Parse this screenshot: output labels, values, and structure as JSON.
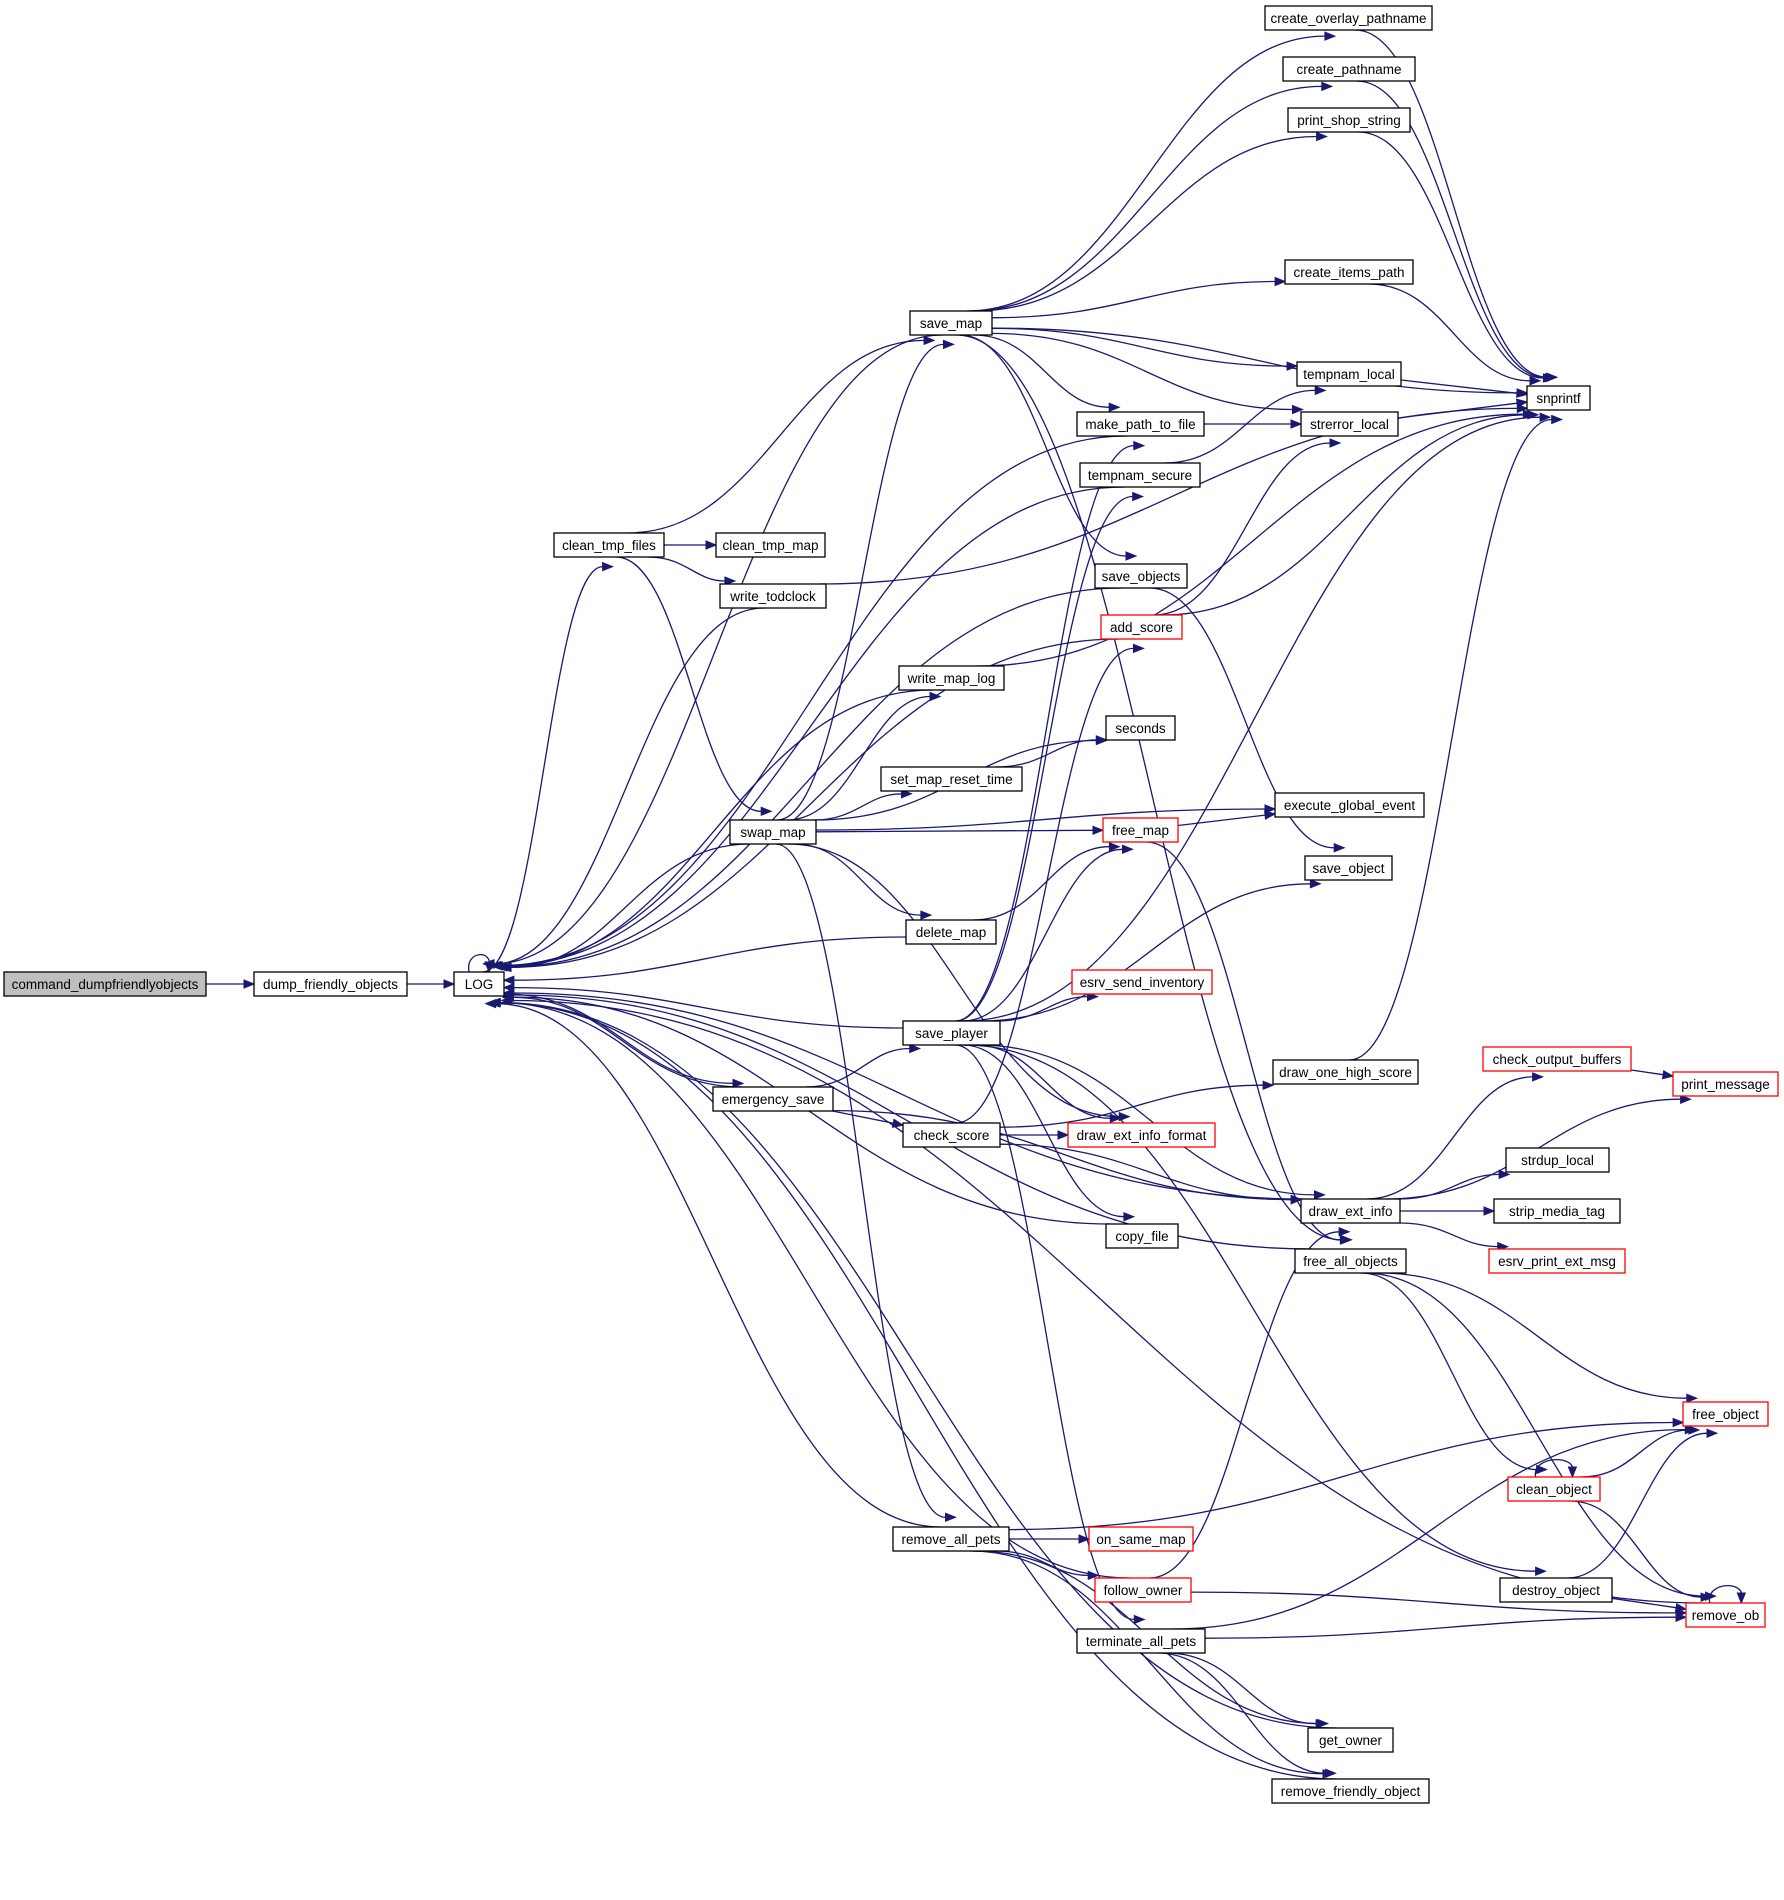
{
  "diagram": {
    "colors": {
      "edge": "#191970",
      "node_border": "#000000",
      "node_border_truncated": "#ff0000",
      "root_fill": "#bfbfbf",
      "background": "#ffffff"
    },
    "nodes": [
      {
        "id": "command_dumpfriendlyobjects",
        "label": "command_dumpfriendlyobjects",
        "style": "root"
      },
      {
        "id": "dump_friendly_objects",
        "label": "dump_friendly_objects",
        "style": "normal"
      },
      {
        "id": "LOG",
        "label": "LOG",
        "style": "normal"
      },
      {
        "id": "save_map",
        "label": "save_map",
        "style": "normal"
      },
      {
        "id": "clean_tmp_files",
        "label": "clean_tmp_files",
        "style": "normal"
      },
      {
        "id": "clean_tmp_map",
        "label": "clean_tmp_map",
        "style": "normal"
      },
      {
        "id": "write_todclock",
        "label": "write_todclock",
        "style": "normal"
      },
      {
        "id": "swap_map",
        "label": "swap_map",
        "style": "normal"
      },
      {
        "id": "emergency_save",
        "label": "emergency_save",
        "style": "normal"
      },
      {
        "id": "write_map_log",
        "label": "write_map_log",
        "style": "normal"
      },
      {
        "id": "set_map_reset_time",
        "label": "set_map_reset_time",
        "style": "normal"
      },
      {
        "id": "delete_map",
        "label": "delete_map",
        "style": "normal"
      },
      {
        "id": "save_player",
        "label": "save_player",
        "style": "normal"
      },
      {
        "id": "check_score",
        "label": "check_score",
        "style": "normal"
      },
      {
        "id": "remove_all_pets",
        "label": "remove_all_pets",
        "style": "normal"
      },
      {
        "id": "make_path_to_file",
        "label": "make_path_to_file",
        "style": "normal"
      },
      {
        "id": "tempnam_secure",
        "label": "tempnam_secure",
        "style": "normal"
      },
      {
        "id": "save_objects",
        "label": "save_objects",
        "style": "normal"
      },
      {
        "id": "add_score",
        "label": "add_score",
        "style": "truncated"
      },
      {
        "id": "seconds",
        "label": "seconds",
        "style": "normal"
      },
      {
        "id": "free_map",
        "label": "free_map",
        "style": "truncated"
      },
      {
        "id": "esrv_send_inventory",
        "label": "esrv_send_inventory",
        "style": "truncated"
      },
      {
        "id": "draw_ext_info_format",
        "label": "draw_ext_info_format",
        "style": "truncated"
      },
      {
        "id": "copy_file",
        "label": "copy_file",
        "style": "normal"
      },
      {
        "id": "on_same_map",
        "label": "on_same_map",
        "style": "truncated"
      },
      {
        "id": "follow_owner",
        "label": "follow_owner",
        "style": "truncated"
      },
      {
        "id": "terminate_all_pets",
        "label": "terminate_all_pets",
        "style": "normal"
      },
      {
        "id": "create_overlay_pathname",
        "label": "create_overlay_pathname",
        "style": "normal"
      },
      {
        "id": "create_pathname",
        "label": "create_pathname",
        "style": "normal"
      },
      {
        "id": "print_shop_string",
        "label": "print_shop_string",
        "style": "normal"
      },
      {
        "id": "create_items_path",
        "label": "create_items_path",
        "style": "normal"
      },
      {
        "id": "tempnam_local",
        "label": "tempnam_local",
        "style": "normal"
      },
      {
        "id": "strerror_local",
        "label": "strerror_local",
        "style": "normal"
      },
      {
        "id": "execute_global_event",
        "label": "execute_global_event",
        "style": "normal"
      },
      {
        "id": "save_object",
        "label": "save_object",
        "style": "normal"
      },
      {
        "id": "draw_one_high_score",
        "label": "draw_one_high_score",
        "style": "normal"
      },
      {
        "id": "draw_ext_info",
        "label": "draw_ext_info",
        "style": "normal"
      },
      {
        "id": "free_all_objects",
        "label": "free_all_objects",
        "style": "normal"
      },
      {
        "id": "get_owner",
        "label": "get_owner",
        "style": "normal"
      },
      {
        "id": "remove_friendly_object",
        "label": "remove_friendly_object",
        "style": "normal"
      },
      {
        "id": "snprintf",
        "label": "snprintf",
        "style": "normal"
      },
      {
        "id": "check_output_buffers",
        "label": "check_output_buffers",
        "style": "truncated"
      },
      {
        "id": "strdup_local",
        "label": "strdup_local",
        "style": "normal"
      },
      {
        "id": "strip_media_tag",
        "label": "strip_media_tag",
        "style": "normal"
      },
      {
        "id": "esrv_print_ext_msg",
        "label": "esrv_print_ext_msg",
        "style": "truncated"
      },
      {
        "id": "destroy_object",
        "label": "destroy_object",
        "style": "normal"
      },
      {
        "id": "print_message",
        "label": "print_message",
        "style": "truncated"
      },
      {
        "id": "free_object",
        "label": "free_object",
        "style": "truncated"
      },
      {
        "id": "clean_object",
        "label": "clean_object",
        "style": "truncated"
      },
      {
        "id": "remove_ob",
        "label": "remove_ob",
        "style": "truncated"
      }
    ],
    "edges": [
      [
        "command_dumpfriendlyobjects",
        "dump_friendly_objects"
      ],
      [
        "dump_friendly_objects",
        "LOG"
      ],
      [
        "LOG",
        "LOG"
      ],
      [
        "LOG",
        "clean_tmp_files"
      ],
      [
        "LOG",
        "emergency_save"
      ],
      [
        "clean_tmp_files",
        "clean_tmp_map"
      ],
      [
        "clean_tmp_files",
        "write_todclock"
      ],
      [
        "clean_tmp_files",
        "save_map"
      ],
      [
        "clean_tmp_files",
        "swap_map"
      ],
      [
        "write_todclock",
        "snprintf"
      ],
      [
        "write_todclock",
        "LOG"
      ],
      [
        "save_map",
        "LOG"
      ],
      [
        "save_map",
        "create_overlay_pathname"
      ],
      [
        "save_map",
        "create_pathname"
      ],
      [
        "save_map",
        "print_shop_string"
      ],
      [
        "save_map",
        "snprintf"
      ],
      [
        "save_map",
        "create_items_path"
      ],
      [
        "save_map",
        "tempnam_local"
      ],
      [
        "save_map",
        "strerror_local"
      ],
      [
        "save_map",
        "make_path_to_file"
      ],
      [
        "save_map",
        "save_objects"
      ],
      [
        "save_map",
        "free_all_objects"
      ],
      [
        "create_overlay_pathname",
        "snprintf"
      ],
      [
        "create_pathname",
        "snprintf"
      ],
      [
        "print_shop_string",
        "snprintf"
      ],
      [
        "create_items_path",
        "snprintf"
      ],
      [
        "tempnam_local",
        "snprintf"
      ],
      [
        "strerror_local",
        "snprintf"
      ],
      [
        "make_path_to_file",
        "LOG"
      ],
      [
        "make_path_to_file",
        "strerror_local"
      ],
      [
        "tempnam_secure",
        "LOG"
      ],
      [
        "tempnam_secure",
        "tempnam_local"
      ],
      [
        "save_objects",
        "LOG"
      ],
      [
        "save_objects",
        "save_object"
      ],
      [
        "add_score",
        "LOG"
      ],
      [
        "add_score",
        "snprintf"
      ],
      [
        "add_score",
        "strerror_local"
      ],
      [
        "swap_map",
        "LOG"
      ],
      [
        "swap_map",
        "save_map"
      ],
      [
        "swap_map",
        "write_map_log"
      ],
      [
        "swap_map",
        "seconds"
      ],
      [
        "swap_map",
        "set_map_reset_time"
      ],
      [
        "swap_map",
        "execute_global_event"
      ],
      [
        "swap_map",
        "free_map"
      ],
      [
        "swap_map",
        "delete_map"
      ],
      [
        "swap_map",
        "draw_ext_info_format"
      ],
      [
        "swap_map",
        "remove_all_pets"
      ],
      [
        "write_map_log",
        "LOG"
      ],
      [
        "write_map_log",
        "snprintf"
      ],
      [
        "set_map_reset_time",
        "seconds"
      ],
      [
        "free_map",
        "execute_global_event"
      ],
      [
        "free_map",
        "free_all_objects"
      ],
      [
        "delete_map",
        "LOG"
      ],
      [
        "delete_map",
        "free_map"
      ],
      [
        "emergency_save",
        "LOG"
      ],
      [
        "emergency_save",
        "save_player"
      ],
      [
        "emergency_save",
        "check_score"
      ],
      [
        "emergency_save",
        "draw_ext_info"
      ],
      [
        "save_player",
        "LOG"
      ],
      [
        "save_player",
        "make_path_to_file"
      ],
      [
        "save_player",
        "tempnam_secure"
      ],
      [
        "save_player",
        "free_map"
      ],
      [
        "save_player",
        "save_object"
      ],
      [
        "save_player",
        "snprintf"
      ],
      [
        "save_player",
        "esrv_send_inventory"
      ],
      [
        "save_player",
        "draw_ext_info_format"
      ],
      [
        "save_player",
        "copy_file"
      ],
      [
        "save_player",
        "draw_ext_info"
      ],
      [
        "save_player",
        "destroy_object"
      ],
      [
        "save_player",
        "terminate_all_pets"
      ],
      [
        "check_score",
        "add_score"
      ],
      [
        "check_score",
        "draw_ext_info_format"
      ],
      [
        "check_score",
        "draw_one_high_score"
      ],
      [
        "check_score",
        "draw_ext_info"
      ],
      [
        "copy_file",
        "LOG"
      ],
      [
        "draw_one_high_score",
        "snprintf"
      ],
      [
        "draw_ext_info",
        "LOG"
      ],
      [
        "draw_ext_info",
        "check_output_buffers"
      ],
      [
        "draw_ext_info",
        "print_message"
      ],
      [
        "draw_ext_info",
        "strdup_local"
      ],
      [
        "draw_ext_info",
        "strip_media_tag"
      ],
      [
        "draw_ext_info",
        "esrv_print_ext_msg"
      ],
      [
        "check_output_buffers",
        "print_message"
      ],
      [
        "free_all_objects",
        "LOG"
      ],
      [
        "free_all_objects",
        "free_object"
      ],
      [
        "free_all_objects",
        "clean_object"
      ],
      [
        "free_all_objects",
        "remove_ob"
      ],
      [
        "destroy_object",
        "free_object"
      ],
      [
        "destroy_object",
        "remove_ob"
      ],
      [
        "clean_object",
        "clean_object"
      ],
      [
        "clean_object",
        "free_object"
      ],
      [
        "clean_object",
        "remove_ob"
      ],
      [
        "remove_ob",
        "remove_ob"
      ],
      [
        "remove_ob",
        "LOG"
      ],
      [
        "remove_all_pets",
        "LOG"
      ],
      [
        "remove_all_pets",
        "free_object"
      ],
      [
        "remove_all_pets",
        "on_same_map"
      ],
      [
        "remove_all_pets",
        "follow_owner"
      ],
      [
        "remove_all_pets",
        "get_owner"
      ],
      [
        "remove_all_pets",
        "remove_friendly_object"
      ],
      [
        "follow_owner",
        "LOG"
      ],
      [
        "follow_owner",
        "draw_ext_info"
      ],
      [
        "follow_owner",
        "remove_ob"
      ],
      [
        "terminate_all_pets",
        "free_object"
      ],
      [
        "terminate_all_pets",
        "remove_ob"
      ],
      [
        "terminate_all_pets",
        "get_owner"
      ],
      [
        "terminate_all_pets",
        "remove_friendly_object"
      ],
      [
        "get_owner",
        "LOG"
      ],
      [
        "remove_friendly_object",
        "LOG"
      ]
    ]
  }
}
